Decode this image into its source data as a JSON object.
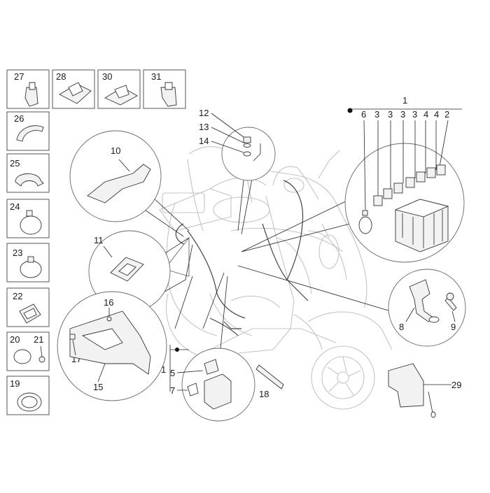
{
  "diagram": {
    "labels": {
      "p1_top": "1",
      "p1_bottom": "1",
      "p2": "2",
      "p3a": "3",
      "p3b": "3",
      "p3c": "3",
      "p3d": "3",
      "p4a": "4",
      "p4b": "4",
      "p5": "5",
      "p6": "6",
      "p7": "7",
      "p8": "8",
      "p9": "9",
      "p10": "10",
      "p11": "11",
      "p12": "12",
      "p13": "13",
      "p14": "14",
      "p15": "15",
      "p16": "16",
      "p17": "17",
      "p18": "18",
      "p19": "19",
      "p20": "20",
      "p21": "21",
      "p22": "22",
      "p23": "23",
      "p24": "24",
      "p25": "25",
      "p26": "26",
      "p27": "27",
      "p28": "28",
      "p29": "29",
      "p30": "30",
      "p31": "31"
    }
  }
}
